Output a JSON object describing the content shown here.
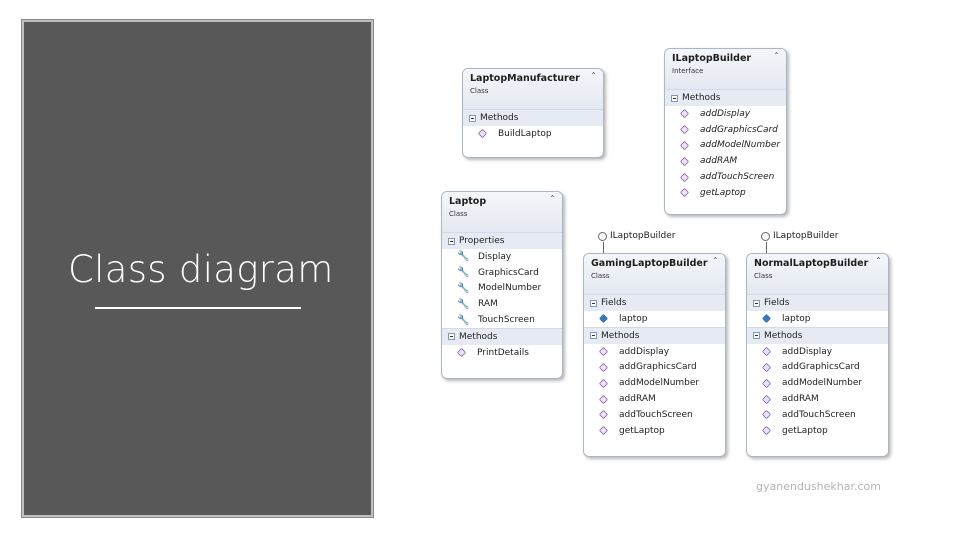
{
  "slide": {
    "title": "Class diagram"
  },
  "watermark": "gyanendushekhar.com",
  "icons": {
    "method": "method-icon",
    "property": "wrench-icon",
    "field": "field-icon",
    "collapse": "chevron-up-icon",
    "section": "collapse-minus-icon",
    "interface": "lollipop-interface-icon"
  },
  "colors": {
    "panel": "#585858",
    "header_gradient": "#e4e9f1",
    "method_icon": "#7d5aa8",
    "field_icon": "#3a76b8"
  },
  "diagram": {
    "laptop_manufacturer": {
      "name": "LaptopManufacturer",
      "kind": "Class",
      "sections": [
        {
          "label": "Methods",
          "items": [
            "BuildLaptop"
          ]
        }
      ]
    },
    "ilaptop_builder": {
      "name": "ILaptopBuilder",
      "kind": "Interface",
      "sections": [
        {
          "label": "Methods",
          "items": [
            "addDisplay",
            "addGraphicsCard",
            "addModelNumber",
            "addRAM",
            "addTouchScreen",
            "getLaptop"
          ]
        }
      ]
    },
    "laptop": {
      "name": "Laptop",
      "kind": "Class",
      "sections": [
        {
          "label": "Properties",
          "items": [
            "Display",
            "GraphicsCard",
            "ModelNumber",
            "RAM",
            "TouchScreen"
          ]
        },
        {
          "label": "Methods",
          "items": [
            "PrintDetails"
          ]
        }
      ]
    },
    "gaming_laptop_builder": {
      "name": "GamingLaptopBuilder",
      "kind": "Class",
      "implements": "ILaptopBuilder",
      "sections": [
        {
          "label": "Fields",
          "items": [
            "laptop"
          ]
        },
        {
          "label": "Methods",
          "items": [
            "addDisplay",
            "addGraphicsCard",
            "addModelNumber",
            "addRAM",
            "addTouchScreen",
            "getLaptop"
          ]
        }
      ]
    },
    "normal_laptop_builder": {
      "name": "NormalLaptopBuilder",
      "kind": "Class",
      "implements": "ILaptopBuilder",
      "sections": [
        {
          "label": "Fields",
          "items": [
            "laptop"
          ]
        },
        {
          "label": "Methods",
          "items": [
            "addDisplay",
            "addGraphicsCard",
            "addModelNumber",
            "addRAM",
            "addTouchScreen",
            "getLaptop"
          ]
        }
      ]
    }
  }
}
